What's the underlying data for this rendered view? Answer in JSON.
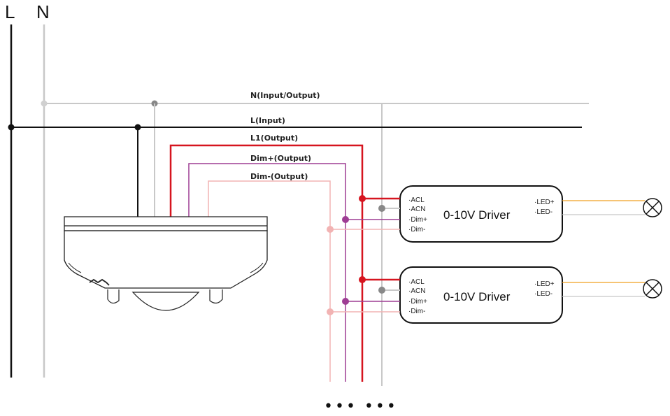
{
  "mains": {
    "live_label": "L",
    "neutral_label": "N"
  },
  "bus_labels": {
    "neutral": "N(Input/Output)",
    "line_in": "L(Input)",
    "line_out": "L1(Output)",
    "dim_plus": "Dim+(Output)",
    "dim_minus": "Dim-(Output)"
  },
  "drivers": [
    {
      "title": "0-10V Driver",
      "inputs": [
        "·ACL",
        "·ACN",
        "·Dim+",
        "·Dim-"
      ],
      "outputs": [
        "·LED+",
        "·LED-"
      ]
    },
    {
      "title": "0-10V Driver",
      "inputs": [
        "·ACL",
        "·ACN",
        "·Dim+",
        "·Dim-"
      ],
      "outputs": [
        "·LED+",
        "·LED-"
      ]
    }
  ],
  "continuation": "••• •••",
  "colors": {
    "live": "#111111",
    "neutral": "#c8c8c8",
    "line_out": "#d6141f",
    "dim_plus": "#9e3d94",
    "dim_minus": "#f2b3b3",
    "led_plus": "#f0a020",
    "led_minus": "#c8c8c8"
  }
}
